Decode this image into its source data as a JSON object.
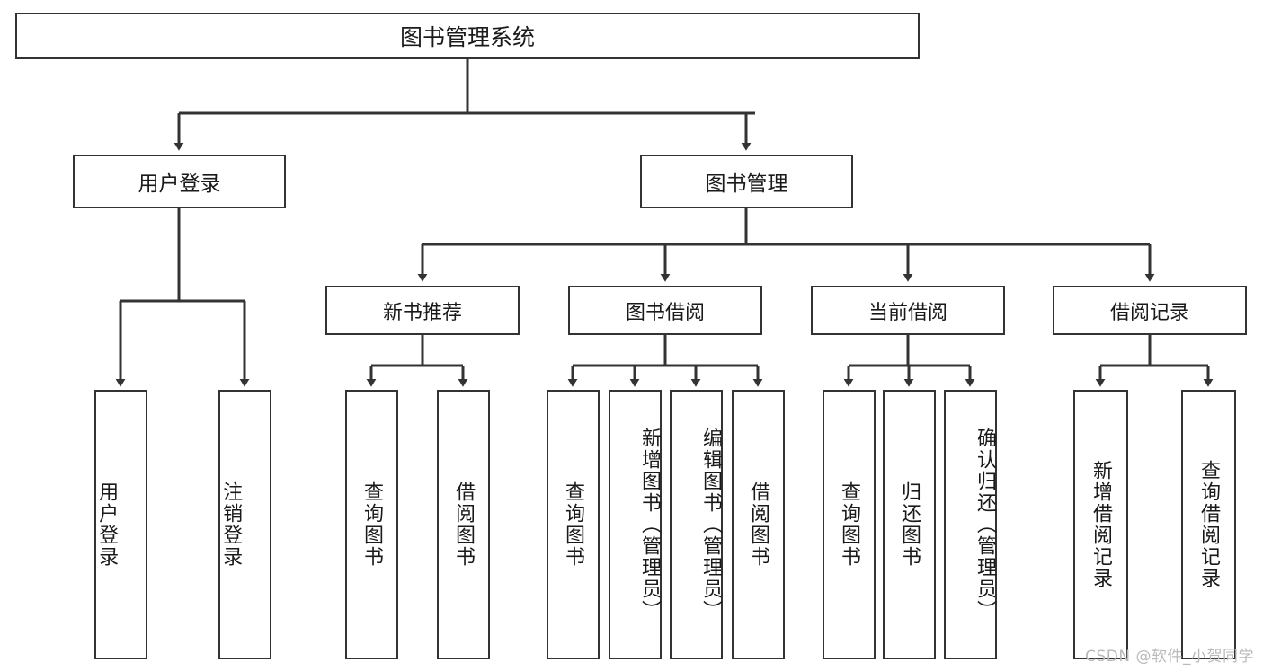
{
  "diagram": {
    "type": "hierarchy-tree",
    "title": "图书管理系统",
    "background_color": "#ffffff",
    "line_color": "#333333",
    "text_color": "#1a1a1a",
    "nodes": {
      "root": {
        "label": "图书管理系统"
      },
      "level2": [
        {
          "id": "user-login",
          "label": "用户登录"
        },
        {
          "id": "book-management",
          "label": "图书管理"
        }
      ],
      "level3": [
        {
          "id": "new-book-recommend",
          "label": "新书推荐"
        },
        {
          "id": "book-borrow",
          "label": "图书借阅"
        },
        {
          "id": "current-borrow",
          "label": "当前借阅"
        },
        {
          "id": "borrow-record",
          "label": "借阅记录"
        }
      ],
      "leaves": [
        {
          "id": "leaf-user-login",
          "label": "用户登录",
          "parent": "user-login"
        },
        {
          "id": "leaf-logout-login",
          "label": "注销登录",
          "parent": "user-login"
        },
        {
          "id": "leaf-query-book-1",
          "label": "查询图书",
          "parent": "new-book-recommend"
        },
        {
          "id": "leaf-borrow-book-1",
          "label": "借阅图书",
          "parent": "new-book-recommend"
        },
        {
          "id": "leaf-query-book-2",
          "label": "查询图书",
          "parent": "book-borrow"
        },
        {
          "id": "leaf-add-book",
          "label": "新增图书（管理员）",
          "parent": "book-borrow"
        },
        {
          "id": "leaf-edit-book",
          "label": "编辑图书（管理员）",
          "parent": "book-borrow"
        },
        {
          "id": "leaf-borrow-book-2",
          "label": "借阅图书",
          "parent": "book-borrow"
        },
        {
          "id": "leaf-query-book-3",
          "label": "查询图书",
          "parent": "current-borrow"
        },
        {
          "id": "leaf-return-book",
          "label": "归还图书",
          "parent": "current-borrow"
        },
        {
          "id": "leaf-confirm-return",
          "label": "确认归还（管理员）",
          "parent": "current-borrow"
        },
        {
          "id": "leaf-add-record",
          "label": "新增借阅记录",
          "parent": "borrow-record"
        },
        {
          "id": "leaf-query-record",
          "label": "查询借阅记录",
          "parent": "borrow-record"
        }
      ]
    },
    "watermark": "CSDN @软件_小贺同学"
  }
}
